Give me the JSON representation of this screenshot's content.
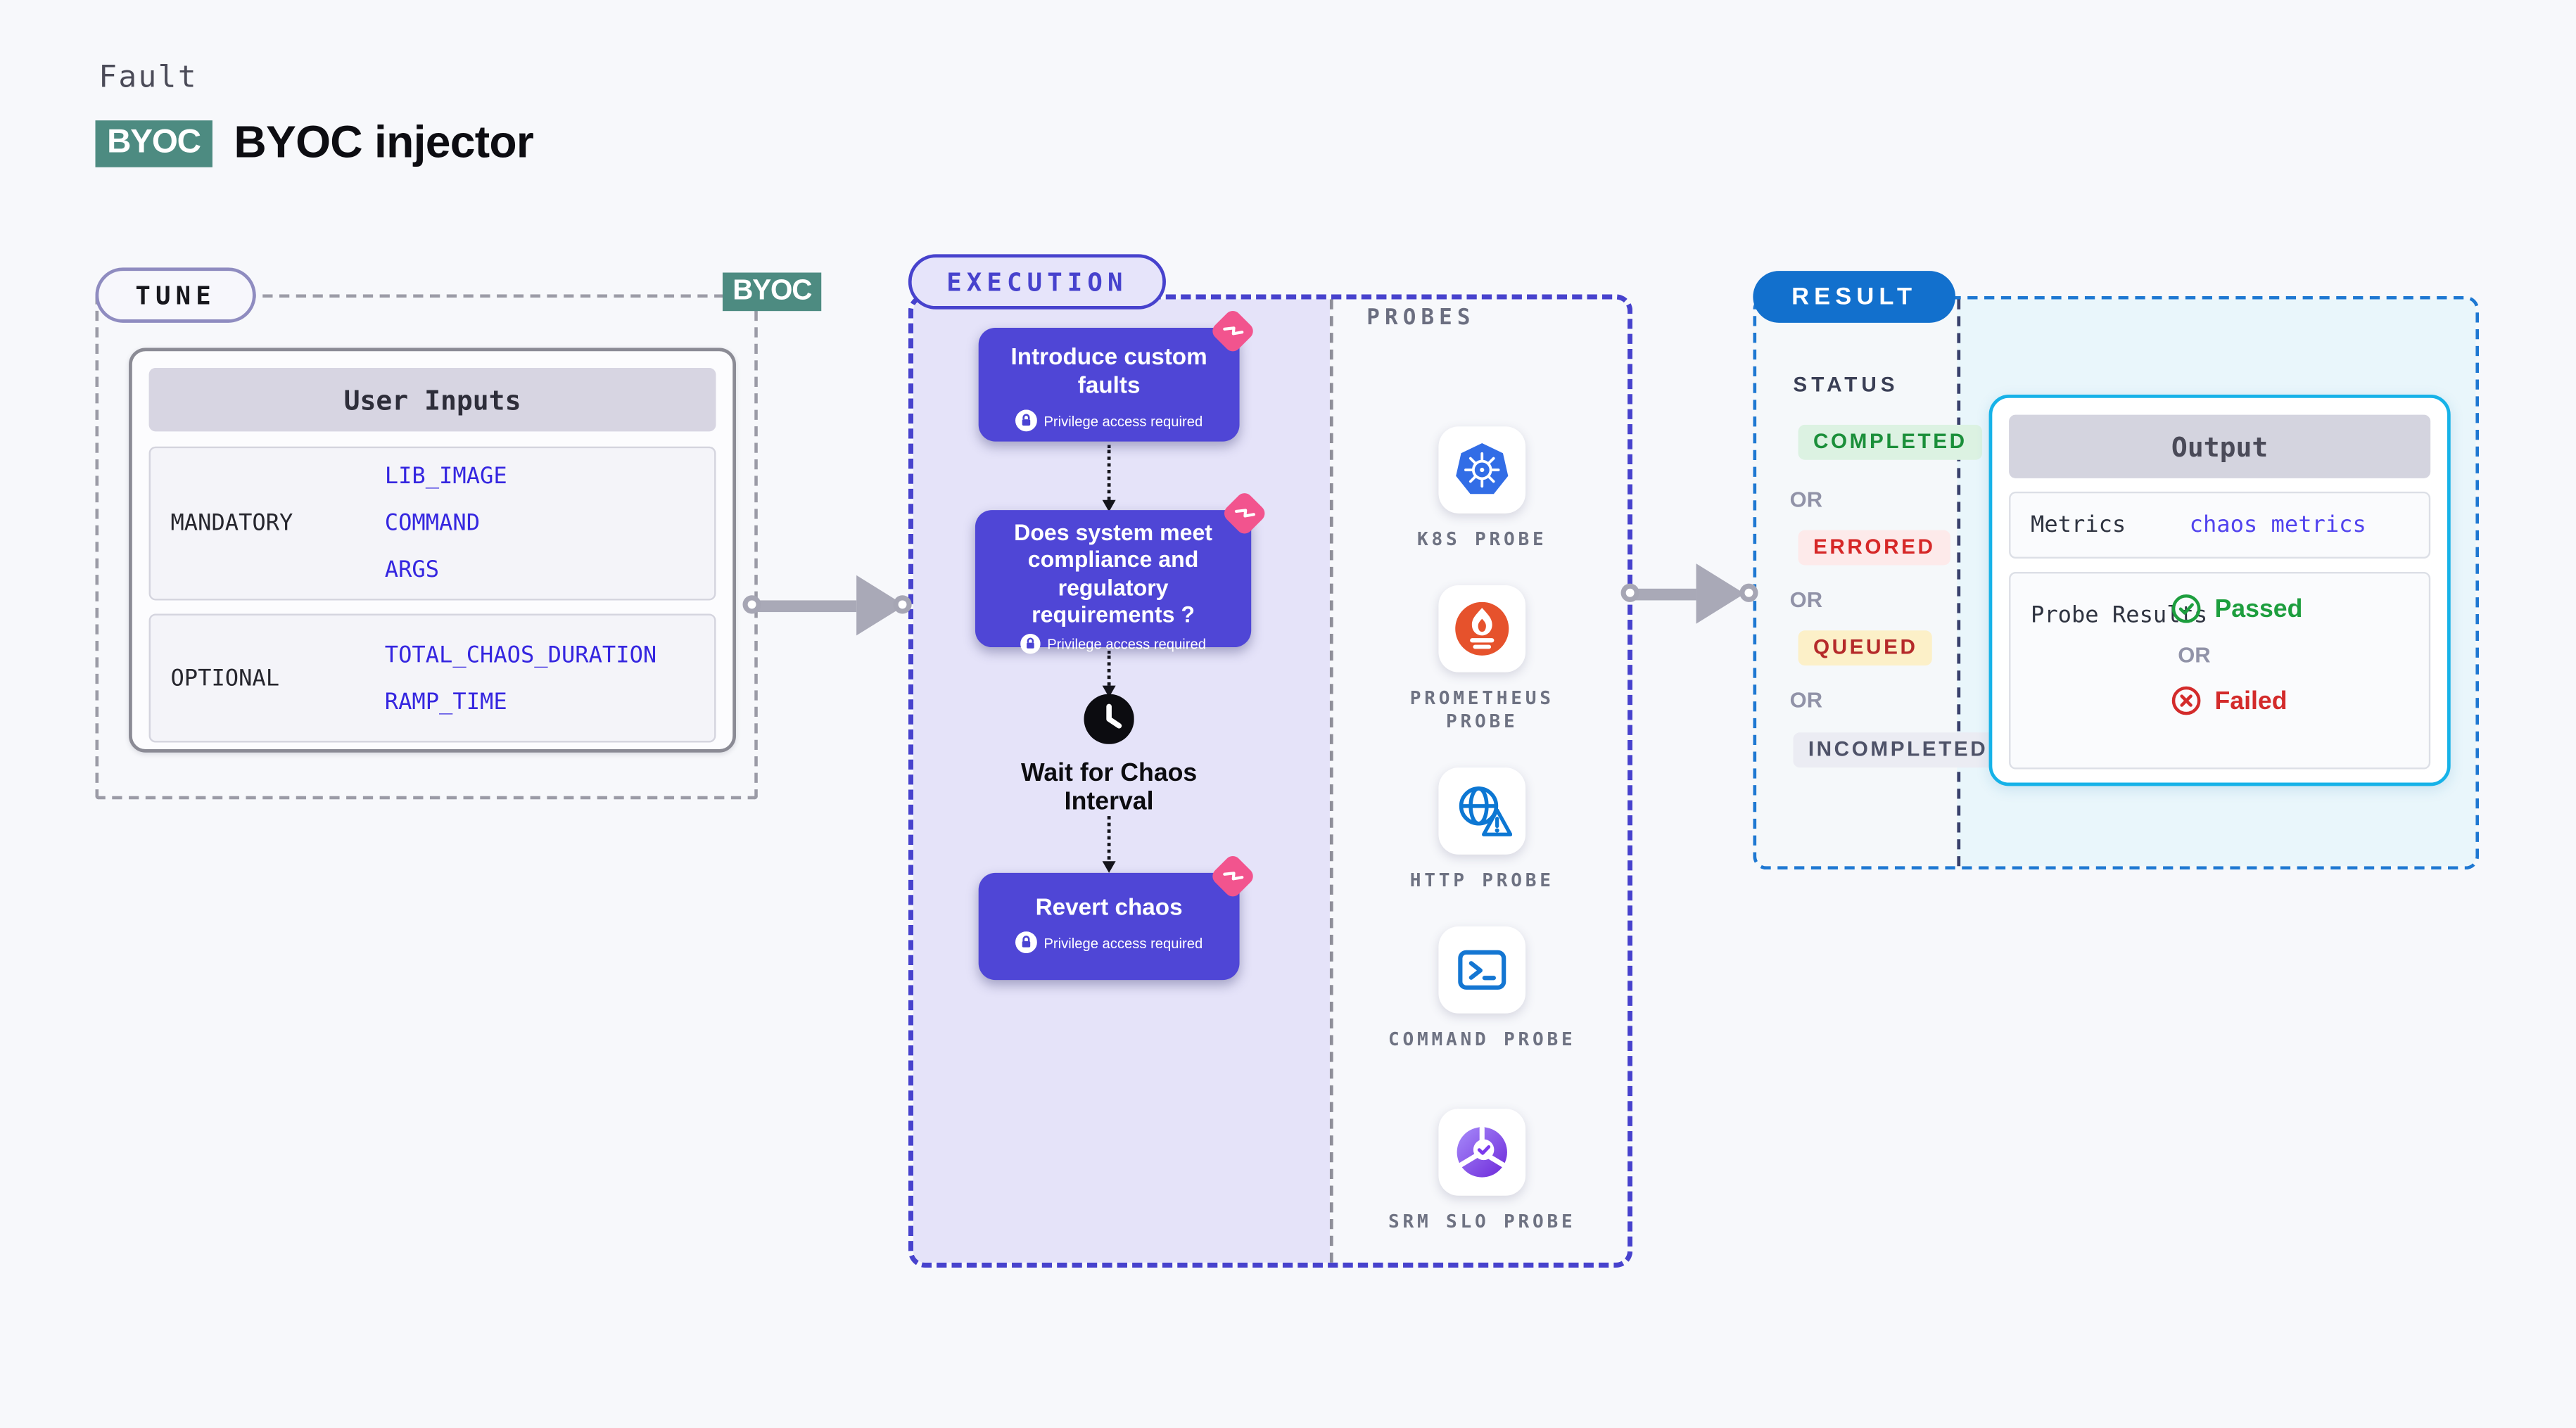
{
  "header": {
    "kicker": "Fault",
    "badge": "BYOC",
    "title": "BYOC injector"
  },
  "tune": {
    "pill": "TUNE",
    "corner_badge": "BYOC",
    "table": {
      "header": "User Inputs",
      "rows": [
        {
          "label": "MANDATORY",
          "values": [
            "LIB_IMAGE",
            "COMMAND",
            "ARGS"
          ]
        },
        {
          "label": "OPTIONAL",
          "values": [
            "TOTAL_CHAOS_DURATION",
            "RAMP_TIME"
          ]
        }
      ]
    }
  },
  "execution": {
    "pill": "EXECUTION",
    "steps": [
      {
        "title": "Introduce custom faults",
        "note": "Privilege access required"
      },
      {
        "title": "Does system meet compliance and regulatory requirements ?",
        "note": "Privilege access required"
      },
      {
        "title": "Wait for Chaos Interval"
      },
      {
        "title": "Revert chaos",
        "note": "Privilege access required"
      }
    ]
  },
  "probes": {
    "heading": "PROBES",
    "items": [
      {
        "label": "K8S PROBE",
        "icon": "kubernetes-icon"
      },
      {
        "label": "PROMETHEUS PROBE",
        "icon": "prometheus-icon"
      },
      {
        "label": "HTTP PROBE",
        "icon": "globe-warning-icon"
      },
      {
        "label": "COMMAND PROBE",
        "icon": "terminal-icon"
      },
      {
        "label": "SRM SLO PROBE",
        "icon": "slo-pie-check-icon"
      }
    ]
  },
  "result": {
    "pill": "RESULT",
    "status_heading": "STATUS",
    "or": "OR",
    "statuses": [
      {
        "label": "COMPLETED",
        "color": "#1b8f3a"
      },
      {
        "label": "ERRORED",
        "color": "#d62828"
      },
      {
        "label": "QUEUED",
        "color": "#b52a2a"
      },
      {
        "label": "INCOMPLETED",
        "color": "#4e5268"
      }
    ],
    "output": {
      "header": "Output",
      "metrics_label": "Metrics",
      "metrics_value": "chaos metrics",
      "probe_results_label": "Probe Results",
      "passed": "Passed",
      "or": "OR",
      "failed": "Failed"
    }
  },
  "colors": {
    "teal_badge": "#4d8b81",
    "indigo_accent": "#4742cd",
    "step_purple": "#4f46d6",
    "lavender_panel": "#e5e3f9",
    "pink_badge": "#f2548e",
    "result_blue": "#1270cd",
    "output_border_cyan": "#16b2e8",
    "input_value_blue": "#3526e0",
    "completed_green": "#1b8f3a",
    "errored_red": "#d62828",
    "arrow_gray": "#a9a9b7"
  }
}
